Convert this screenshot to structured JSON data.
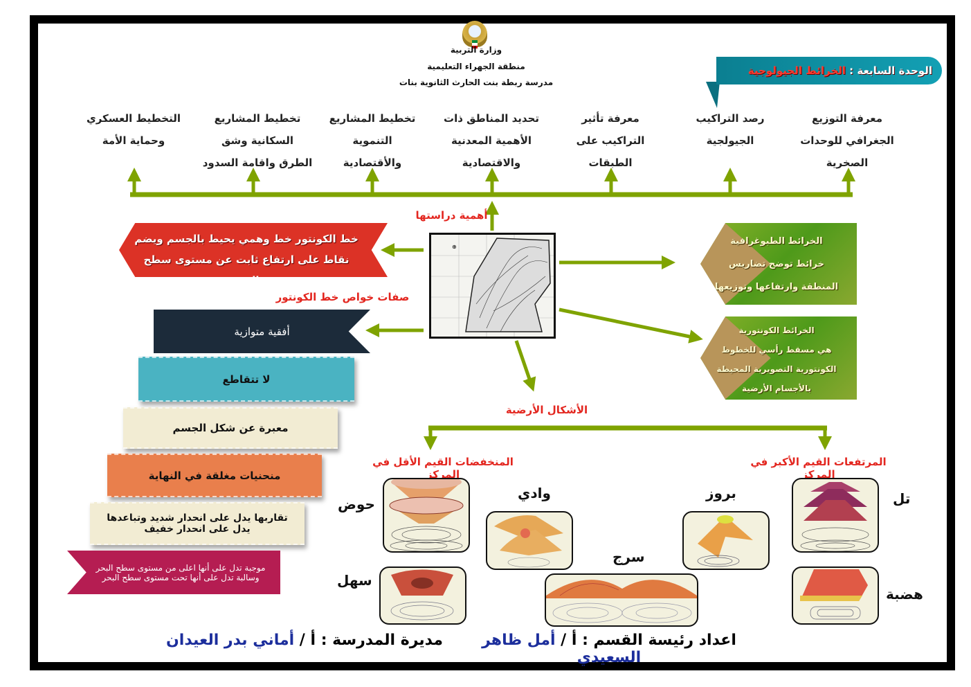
{
  "header": {
    "ministry": "وزارة التربية",
    "district": "منطقة الجهراء التعليمية",
    "school": "مدرسة ربطة بنت الحارث الثانوية بنات"
  },
  "unit_banner": {
    "prefix": "الوحدة السابعة :",
    "title": "الخرائط الجيولوجية"
  },
  "importance": {
    "label": "أهمية دراستها",
    "items": [
      {
        "lines": [
          "معرفة التوزيع",
          "الجغرافي للوحدات",
          "الصخرية"
        ]
      },
      {
        "lines": [
          "رصد التراكيب",
          "الجيولجية",
          ""
        ]
      },
      {
        "lines": [
          "معرفة تأثير",
          "التراكيب على",
          "الطبقات"
        ]
      },
      {
        "lines": [
          "تحديد المناطق ذات",
          "الأهمية المعدنية",
          "والاقتصادية"
        ]
      },
      {
        "lines": [
          "تخطيط المشاريع",
          "التنموية",
          "والأقتصادية"
        ]
      },
      {
        "lines": [
          "تخطيط المشاريع",
          "السكانية وشق",
          "الطرق واقامة السدود"
        ]
      },
      {
        "lines": [
          "التخطيط العسكري",
          "وحماية الأمة",
          ""
        ]
      }
    ]
  },
  "definition": {
    "line1": "خط الكونتور خط وهمي يحيط بالجسم ويضم",
    "line2": "نقاط على ارتفاع ثابت عن مستوى سطح البحر"
  },
  "properties": {
    "title": "صفات خواص خط الكونتور",
    "items": [
      "أفقية متوازية",
      "لا تتقاطع",
      "معبرة عن شكل الجسم",
      "منحنيات مغلقة في النهاية",
      "تقاربها يدل على انحدار شديد وتباعدها",
      "يدل على انحدار خفيف",
      "موجبة تدل على أنها اعلى من مستوى سطح البحر",
      "وسالبة تدل على أنها تحت  مستوى سطح البحر"
    ]
  },
  "map_types": [
    {
      "title": "الخرائط الطبوغرافية",
      "lines": [
        "خرائط توضح  تضاريس",
        "المنطقة وارتفاعها وتوزيعها"
      ]
    },
    {
      "title": "الخرائط الكونتورية",
      "lines": [
        "هي مسقط رأسي للخطوط",
        "الكونتورية التصويرية المحيطة",
        "بالأجسام الأرضية"
      ]
    }
  ],
  "landforms": {
    "title": "الأشكال الأرضية",
    "low_label": "المنخفضات القيم الأقل في المركز",
    "high_label": "المرتفعات القيم الأكبر في المركز",
    "names": {
      "basin": "حوض",
      "plain": "سهل",
      "valley": "وادي",
      "saddle": "سرج",
      "spur": "بروز",
      "hill": "تل",
      "plateau": "هضبة"
    }
  },
  "footer": {
    "prep_label": "اعداد رئيسة القسم : أ / ",
    "prep_name": "أمل ظاهر السعيدي",
    "principal_label": "مديرة المدرسة : أ / ",
    "principal_name": "أماني بدر العيدان"
  },
  "colors": {
    "arrow": "#7fa300",
    "red": "#e3261f",
    "teal": "#0b7f91",
    "navy": "#1c2e9c"
  }
}
